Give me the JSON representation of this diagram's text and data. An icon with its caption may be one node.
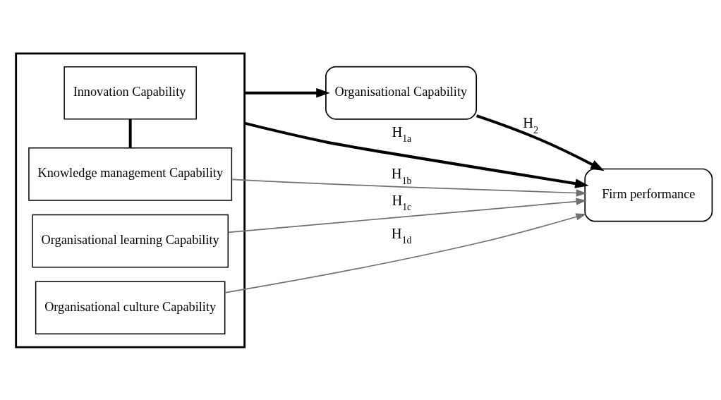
{
  "diagram": {
    "nodes": [
      {
        "text": [],
        "shape": "box"
      },
      {
        "text": [
          "Innovation Capability"
        ],
        "in": 0
      },
      {
        "text": [
          "Knowledge management Capability"
        ],
        "in": 0
      },
      {
        "text": [
          "Organisational learning Capability"
        ],
        "in": 0
      },
      {
        "text": [
          "Organisational culture Capability"
        ],
        "in": 0
      },
      {
        "text": [
          "Organisational Capability"
        ]
      },
      {
        "text": [
          "Firm performance"
        ]
      }
    ],
    "edges": [
      {
        "from": 1,
        "to": 2,
        "arrow": "none"
      },
      {
        "from": 0,
        "to": 5,
        "arrow": "to"
      },
      {
        "from": 0,
        "to": 6,
        "arrow": "to",
        "label": "H$_{1a}$"
      },
      {
        "from": 5,
        "to": 6,
        "arrow": "to",
        "label": "H$_{2}$"
      },
      {
        "from": 2,
        "to": 6,
        "arrow": "to",
        "color": "#707070",
        "label": "H$_{1b}$"
      },
      {
        "from": 3,
        "to": 6,
        "arrow": "to",
        "color": "#707070",
        "label": "H$_{1c}$"
      },
      {
        "from": 4,
        "to": 6,
        "arrow": "to",
        "color": "#707070",
        "label": "H$_{1d}$"
      }
    ]
  }
}
